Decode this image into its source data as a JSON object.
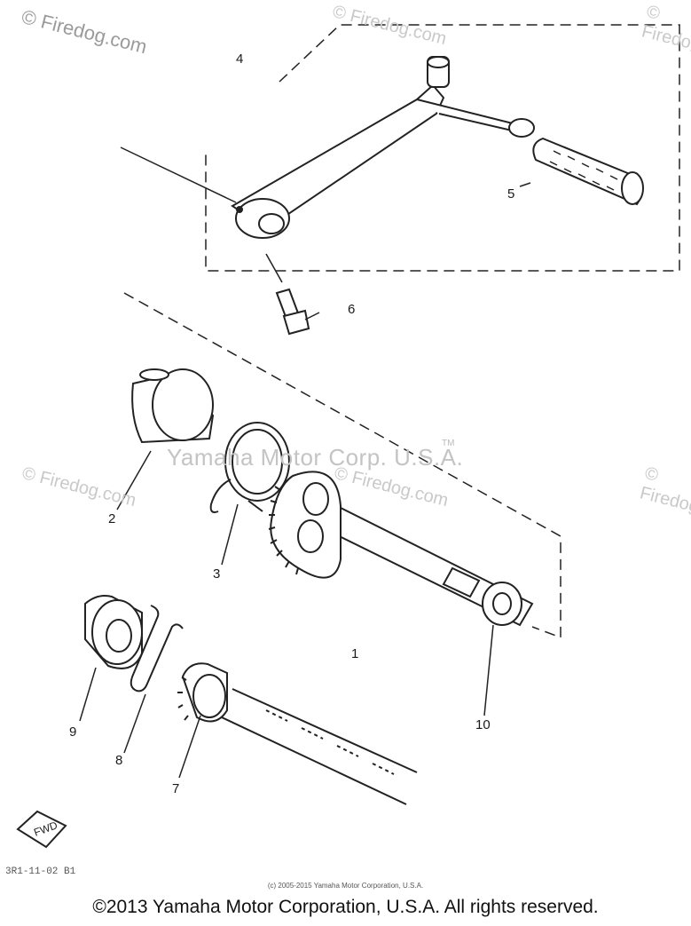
{
  "watermark": {
    "site": "© Firedog.com",
    "small": "© Firedog.com",
    "center": "Yamaha Motor Corp. U.S.A.",
    "tm": "TM"
  },
  "parts": {
    "p1": "1",
    "p2": "2",
    "p3": "3",
    "p4": "4",
    "p5": "5",
    "p6": "6",
    "p7": "7",
    "p8": "8",
    "p9": "9",
    "p10": "10"
  },
  "fwd_label": "FWD",
  "diagram_code": "3R1-11-02 B1",
  "small_copyright": "(c) 2005-2015 Yamaha Motor Corporation, U.S.A.",
  "copyright": "©2013 Yamaha Motor Corporation, U.S.A. All rights reserved."
}
